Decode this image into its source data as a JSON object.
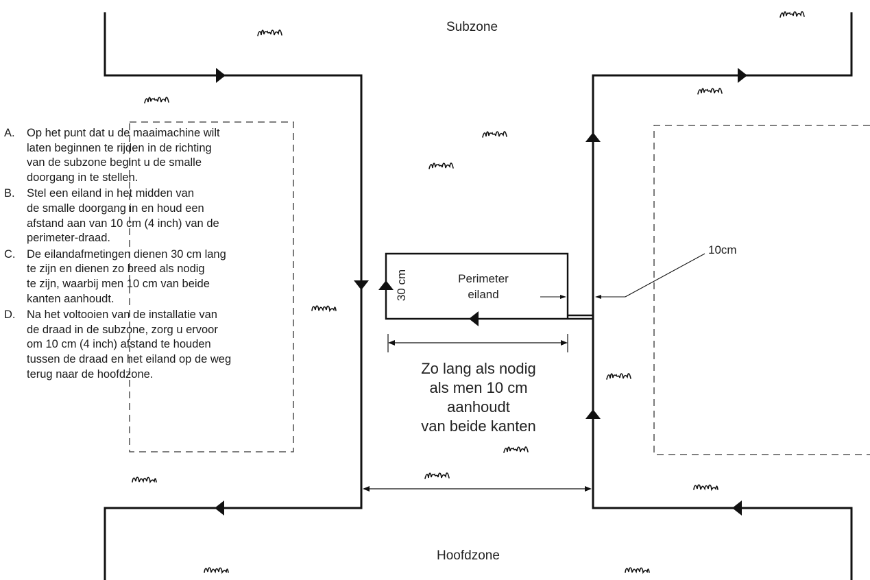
{
  "zones": {
    "sub_label": "Subzone",
    "main_label": "Hoofdzone"
  },
  "island": {
    "label_line1": "Perimeter",
    "label_line2": "eiland",
    "height_label": "30 cm"
  },
  "gap_label": "10cm",
  "length_caption": {
    "line1": "Zo lang als nodig",
    "line2": "als men 10 cm",
    "line3": "aanhoudt",
    "line4": "van beide kanten"
  },
  "instructions": [
    {
      "letter": "A.",
      "lines": [
        "Op het punt dat u de maaimachine wilt",
        "laten beginnen te rijden in de richting",
        "van de subzone begint u de smalle",
        "doorgang in te stellen."
      ]
    },
    {
      "letter": "B.",
      "lines": [
        "Stel een eiland in het midden van",
        "de smalle doorgang in en houd een",
        "afstand aan van 10 cm (4 inch) van de",
        "perimeter-draad."
      ]
    },
    {
      "letter": "C.",
      "lines": [
        "De eilandafmetingen dienen 30 cm lang",
        "te zijn en dienen zo breed als nodig",
        "te zijn, waarbij men 10 cm van beide",
        "kanten aanhoudt."
      ]
    },
    {
      "letter": "D.",
      "lines": [
        "Na het voltooien van de installatie van",
        "de draad in de subzone, zorg u ervoor",
        "om 10 cm (4 inch) afstand te houden",
        "tussen de draad en het eiland op de weg",
        "terug naar de hoofdzone."
      ]
    }
  ],
  "icons": {
    "grass": "grass-tuft-icon",
    "arrow": "direction-arrow-icon"
  },
  "colors": {
    "line": "#111111",
    "text": "#222222"
  }
}
